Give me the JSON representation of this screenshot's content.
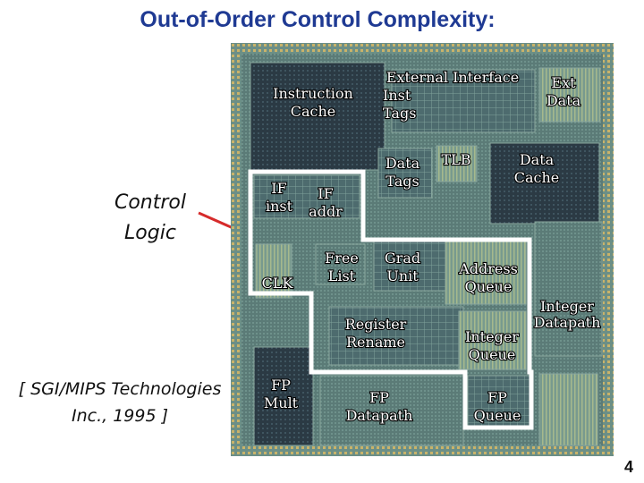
{
  "title": "Out-of-Order Control Complexity:",
  "side_labels": {
    "control_line1": "Control",
    "control_line2": "Logic",
    "credit_line1": "[ SGI/MIPS Technologies",
    "credit_line2": "Inc., 1995 ]"
  },
  "page_number": "4",
  "die_labels": {
    "instruction_cache_1": "Instruction",
    "instruction_cache_2": "Cache",
    "external_interface": "External Interface",
    "inst_tags_1": "Inst",
    "inst_tags_2": "Tags",
    "ext_data_1": "Ext",
    "ext_data_2": "Data",
    "data_tags_1": "Data",
    "data_tags_2": "Tags",
    "tlb": "TLB",
    "data_cache_1": "Data",
    "data_cache_2": "Cache",
    "if_inst_1": "IF",
    "if_inst_2": "inst",
    "if_addr_1": "IF",
    "if_addr_2": "addr",
    "free_list_1": "Free",
    "free_list_2": "List",
    "grad_unit_1": "Grad",
    "grad_unit_2": "Unit",
    "address_queue_1": "Address",
    "address_queue_2": "Queue",
    "clk": "CLK",
    "integer_datapath_1": "Integer",
    "integer_datapath_2": "Datapath",
    "register_rename_1": "Register",
    "register_rename_2": "Rename",
    "integer_queue_1": "Integer",
    "integer_queue_2": "Queue",
    "fp_mult_1": "FP",
    "fp_mult_2": "Mult",
    "fp_datapath_1": "FP",
    "fp_datapath_2": "Datapath",
    "fp_queue_1": "FP",
    "fp_queue_2": "Queue"
  },
  "colors": {
    "title": "#1f3a93",
    "die_base": "#5e7f7a",
    "control_outline": "#ffffff",
    "arrow": "#d62b2b"
  }
}
